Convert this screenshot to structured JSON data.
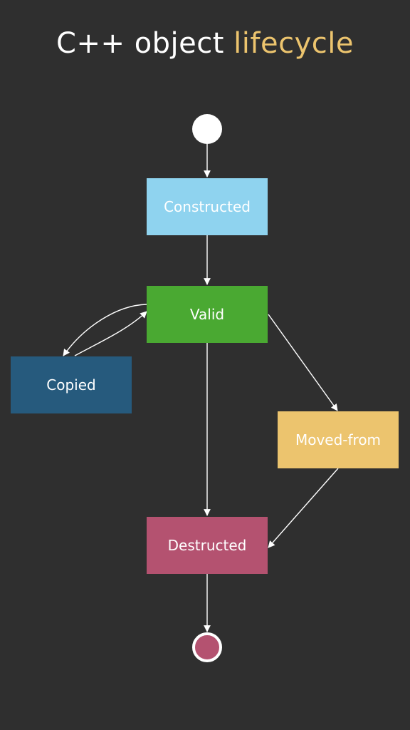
{
  "title": {
    "main": "C++ object ",
    "accent": "lifecycle"
  },
  "colors": {
    "background": "#2f2f2f",
    "accent": "#ecc46e",
    "constructed": "#8fd3ef",
    "valid": "#4aa932",
    "copied": "#265a7d",
    "moved_from": "#ecc46e",
    "destructed": "#b45270",
    "edge": "#ffffff"
  },
  "states": {
    "constructed": "Constructed",
    "valid": "Valid",
    "copied": "Copied",
    "moved_from": "Moved-from",
    "destructed": "Destructed"
  },
  "icons": {
    "initial": "initial-state-icon",
    "final": "final-state-icon"
  }
}
